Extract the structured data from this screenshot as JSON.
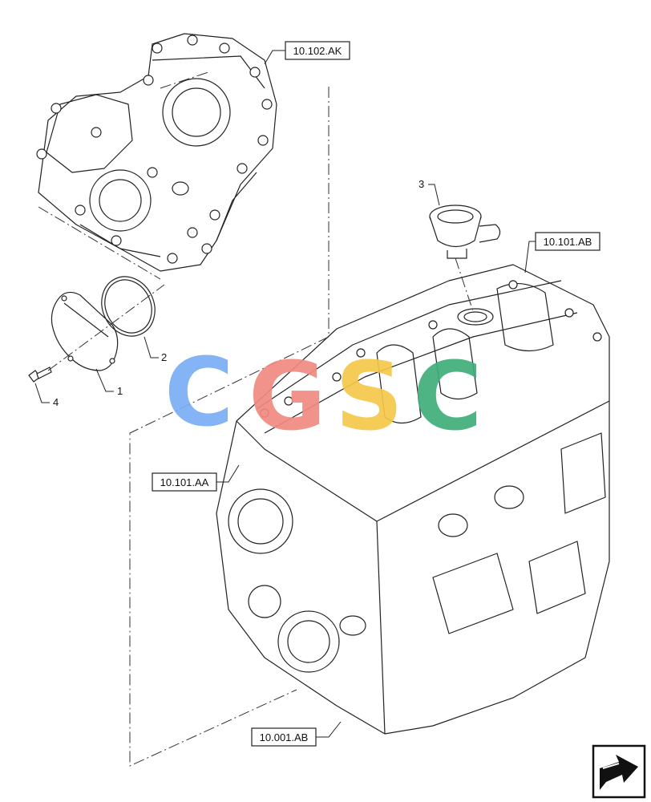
{
  "diagram": {
    "references": [
      {
        "id": "ref-timing-cover",
        "label": "10.102.AK"
      },
      {
        "id": "ref-cylinder-head",
        "label": "10.101.AB"
      },
      {
        "id": "ref-engine-block",
        "label": "10.101.AA"
      },
      {
        "id": "ref-engine",
        "label": "10.001.AB"
      }
    ],
    "callouts": [
      {
        "id": "cover-plate",
        "number": "1"
      },
      {
        "id": "o-ring",
        "number": "2"
      },
      {
        "id": "breather",
        "number": "3"
      },
      {
        "id": "screw",
        "number": "4"
      }
    ]
  },
  "watermark": {
    "letters": [
      "C",
      "G",
      "S",
      "C"
    ],
    "colors": [
      "#7aaef5",
      "#f08a82",
      "#f5c84a",
      "#3fae7a"
    ]
  },
  "nav_icon": {
    "name": "next-page-arrow-icon"
  },
  "colors": {
    "line": "#222222",
    "background": "#ffffff"
  }
}
